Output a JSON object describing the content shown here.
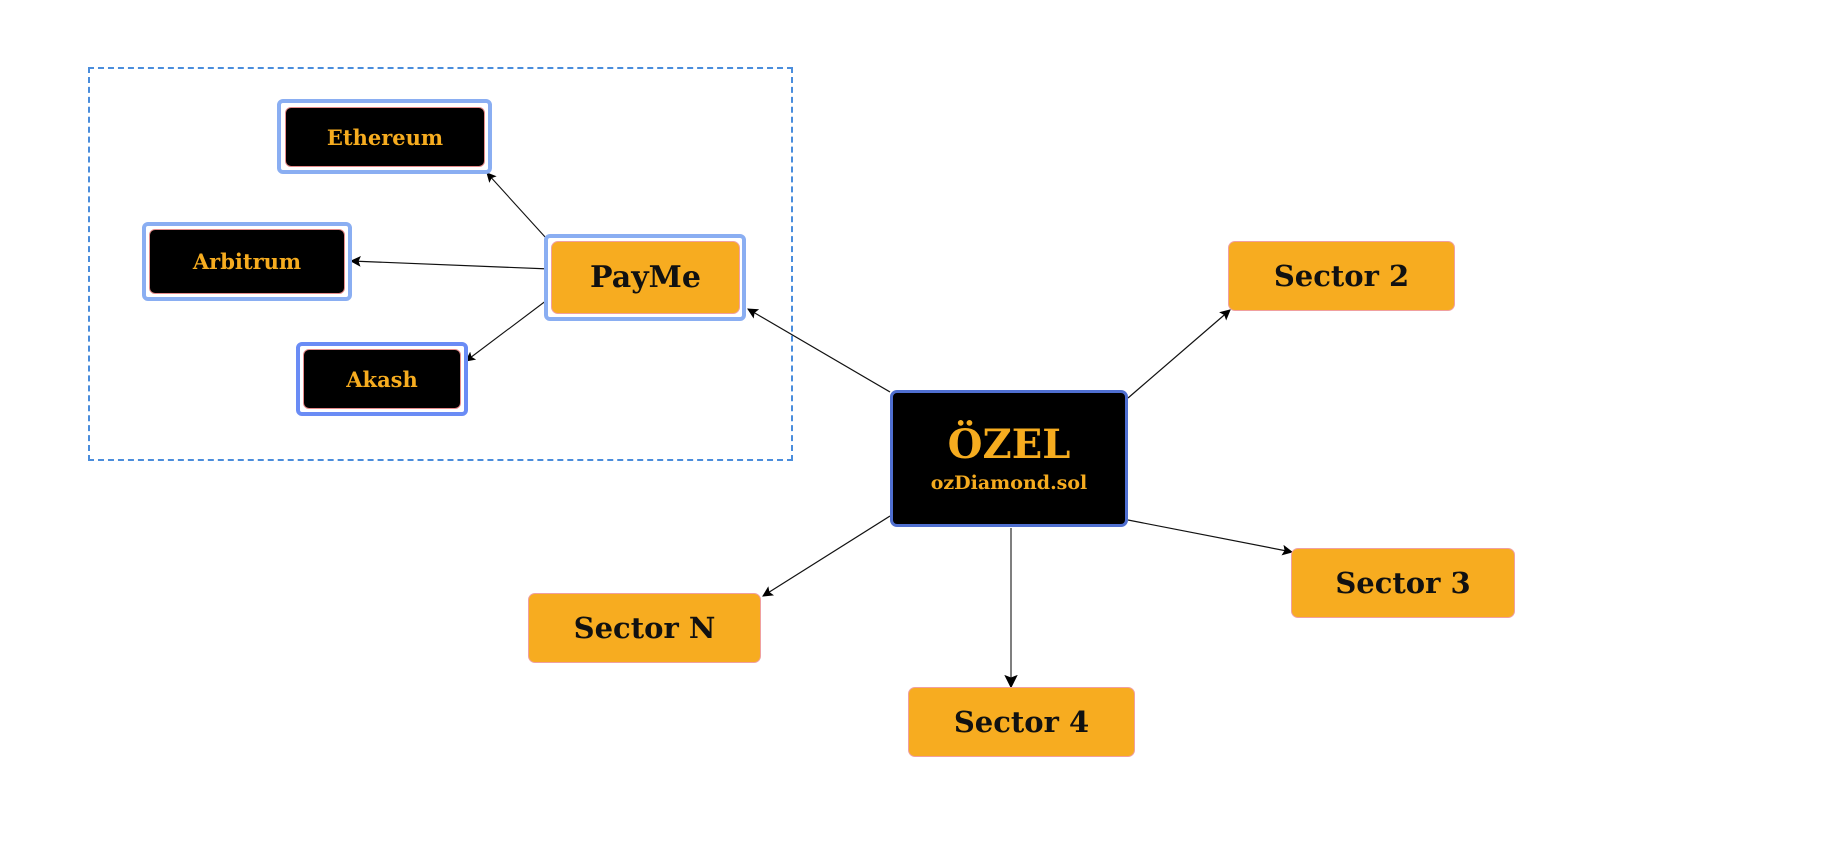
{
  "diagram": {
    "center": {
      "title": "ÖZEL",
      "subtitle": "ozDiamond.sol"
    },
    "group": {
      "hub": "PayMe",
      "chains": [
        "Ethereum",
        "Arbitrum",
        "Akash"
      ]
    },
    "sectors": [
      "Sector 2",
      "Sector 3",
      "Sector 4",
      "Sector N"
    ],
    "edges": [
      {
        "from": "ÖZEL",
        "to": "PayMe"
      },
      {
        "from": "ÖZEL",
        "to": "Sector 2"
      },
      {
        "from": "ÖZEL",
        "to": "Sector 3"
      },
      {
        "from": "ÖZEL",
        "to": "Sector 4"
      },
      {
        "from": "ÖZEL",
        "to": "Sector N"
      },
      {
        "from": "PayMe",
        "to": "Ethereum"
      },
      {
        "from": "PayMe",
        "to": "Arbitrum"
      },
      {
        "from": "PayMe",
        "to": "Akash"
      }
    ],
    "colors": {
      "accent_orange": "#f7ac20",
      "node_dark": "#000000",
      "selection_blue": "#8aaef2",
      "group_border": "#4a8ddc",
      "center_border": "#4f6fd0"
    }
  }
}
